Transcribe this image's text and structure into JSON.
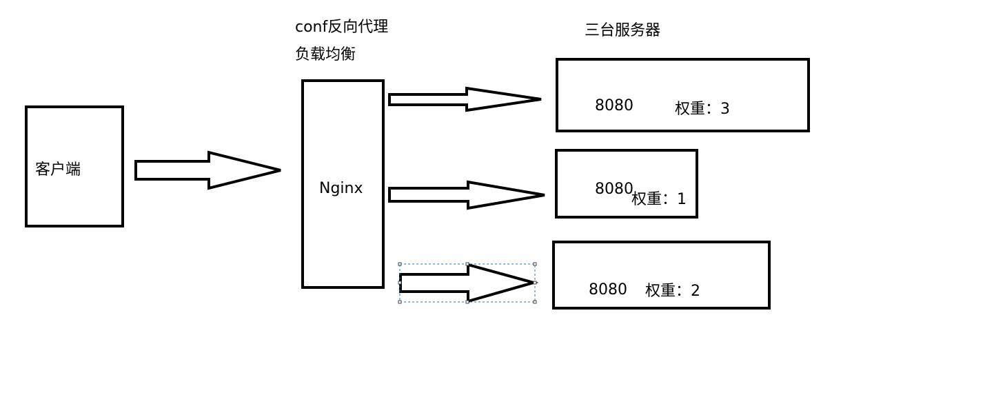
{
  "labels": {
    "conf_line1": "conf反向代理",
    "conf_line2": "负载均衡",
    "servers_title": "三台服务器"
  },
  "client": {
    "label": "客户端"
  },
  "proxy": {
    "label": "Nginx"
  },
  "servers": [
    {
      "port": "8080",
      "weight": "权重：3"
    },
    {
      "port": "8080",
      "weight": "权重：1"
    },
    {
      "port": "8080",
      "weight": "权重：2"
    }
  ],
  "colors": {
    "stroke": "#000000",
    "background": "#ffffff",
    "selection": "#2f6f9f"
  }
}
